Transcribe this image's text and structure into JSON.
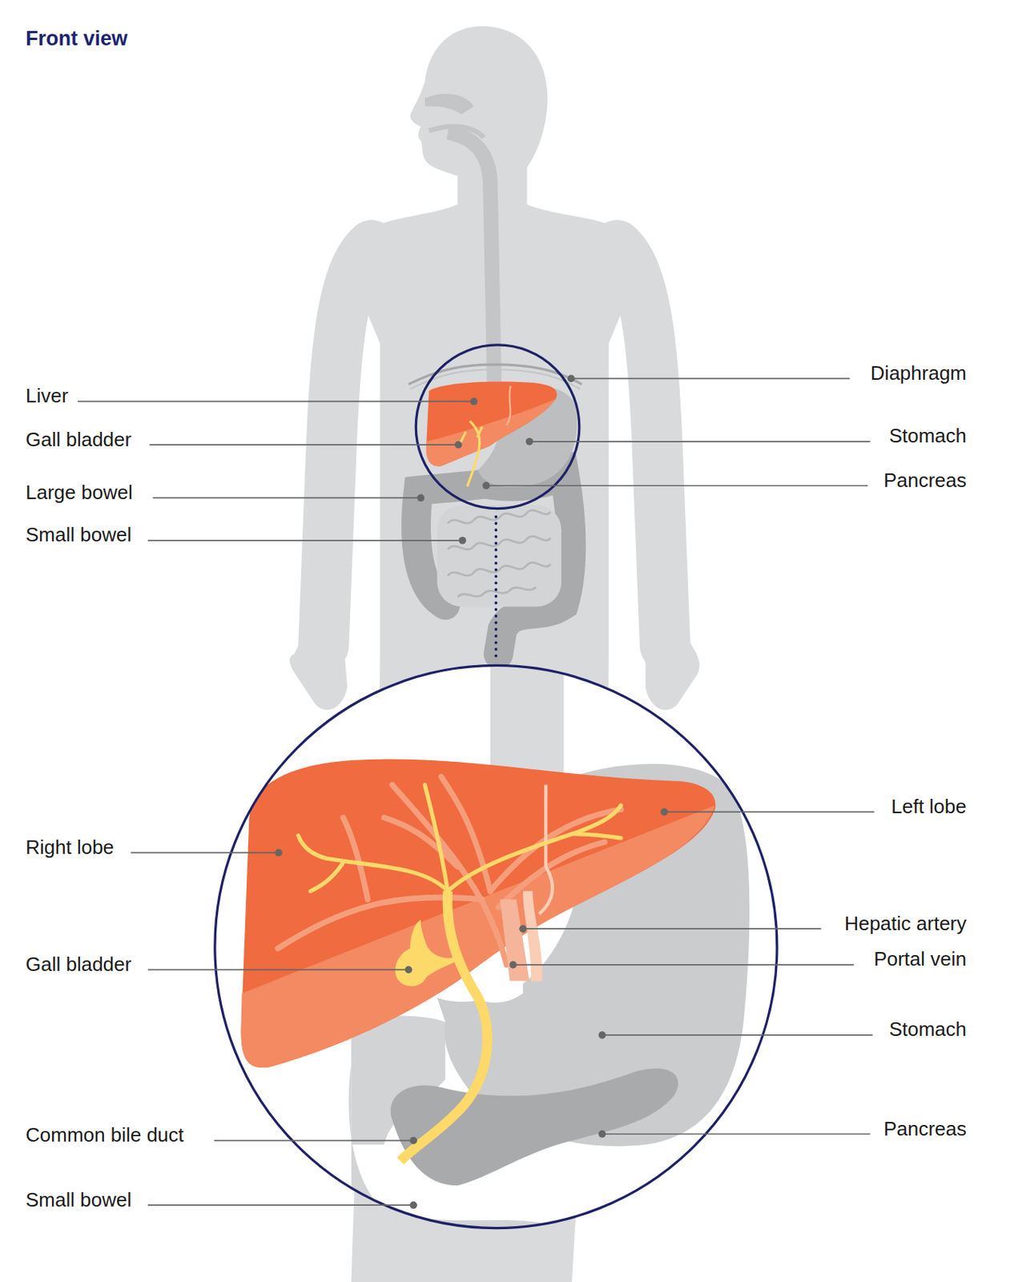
{
  "diagram": {
    "title": "Front view",
    "labels": [
      "Liver",
      "Gall bladder",
      "Large bowel",
      "Small bowel",
      "Diaphragm",
      "Stomach",
      "Pancreas",
      "Left lobe",
      "Right lobe",
      "Hepatic artery",
      "Gall bladder",
      "Portal vein",
      "Stomach",
      "Common bile duct",
      "Pancreas",
      "Small bowel"
    ]
  }
}
